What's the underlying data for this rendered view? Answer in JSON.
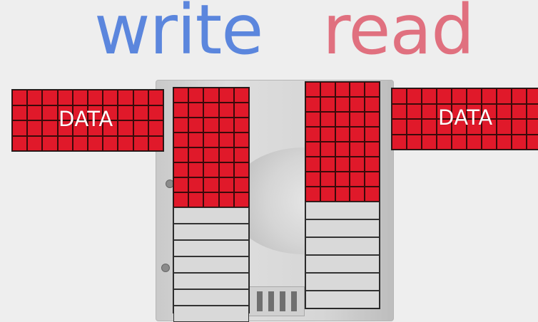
{
  "write_label": "write",
  "read_label": "read",
  "data_label_left": "DATA",
  "data_label_right": "DATA",
  "colors": {
    "write": "#5b86dd",
    "read": "#e0707f",
    "data_block": "#e0192a",
    "empty_slot": "#d9d9d9",
    "led": "#23b923"
  },
  "write_column": {
    "filled_rows": 8,
    "empty_rows": 7
  },
  "read_column": {
    "filled_rows": 8,
    "empty_rows": 6
  }
}
